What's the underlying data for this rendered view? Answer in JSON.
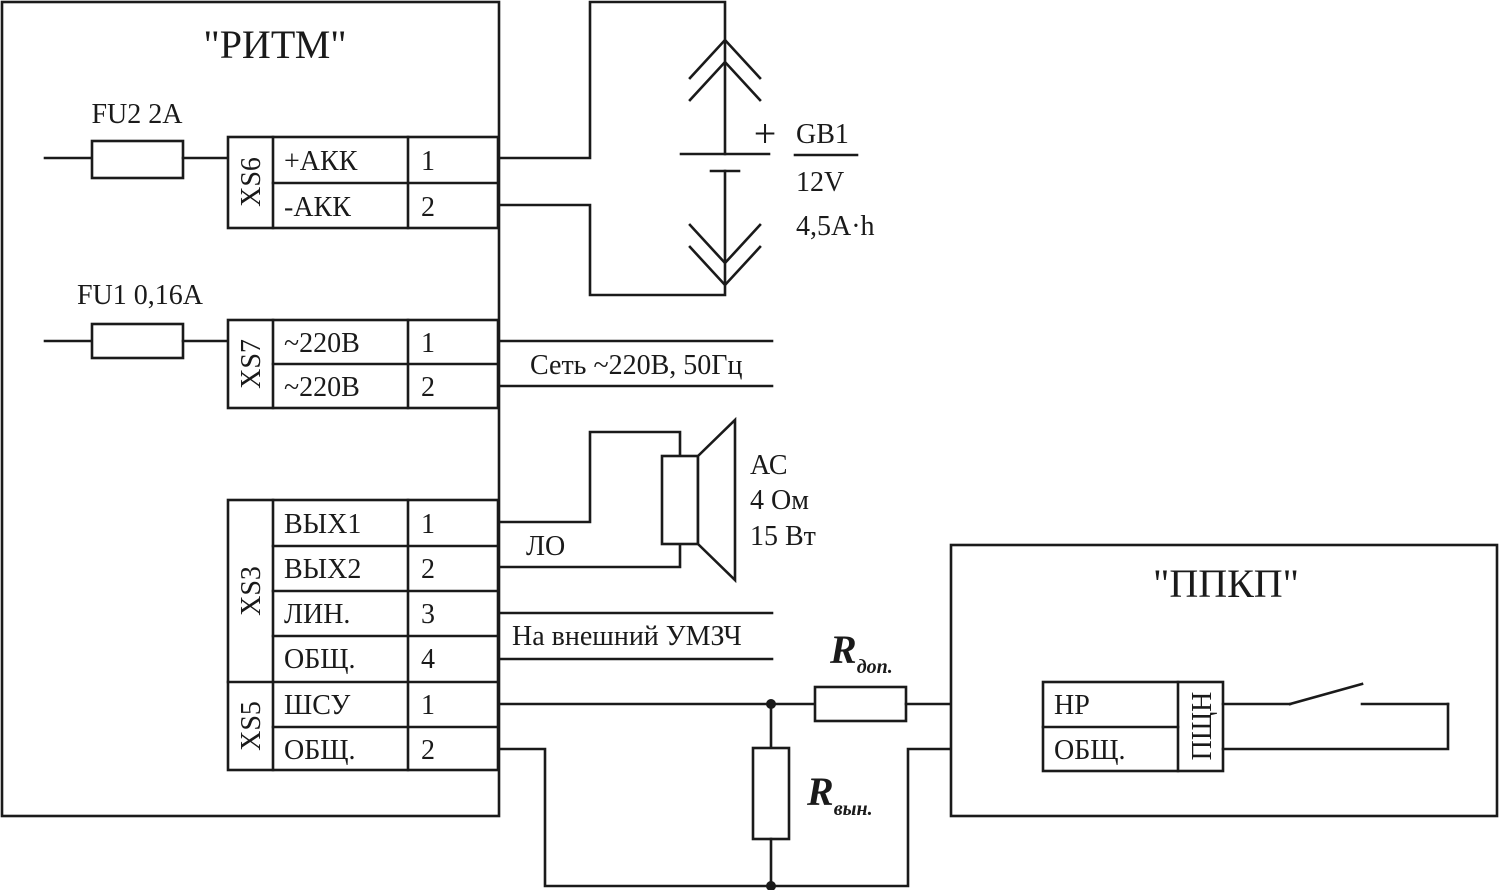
{
  "blocks": {
    "ritm_title": "\"РИТМ\"",
    "ppkp_title": "\"ППКП\""
  },
  "fuses": {
    "fu2": "FU2 2A",
    "fu1": "FU1 0,16A"
  },
  "connectors": {
    "xs6": {
      "name": "XS6",
      "pins": [
        {
          "label": "+АКК",
          "num": "1"
        },
        {
          "label": "-АКК",
          "num": "2"
        }
      ]
    },
    "xs7": {
      "name": "XS7",
      "pins": [
        {
          "label": "~220В",
          "num": "1"
        },
        {
          "label": "~220В",
          "num": "2"
        }
      ]
    },
    "xs3": {
      "name": "XS3",
      "pins": [
        {
          "label": "ВЫХ1",
          "num": "1"
        },
        {
          "label": "ВЫХ2",
          "num": "2"
        },
        {
          "label": "ЛИН.",
          "num": "3"
        },
        {
          "label": "ОБЩ.",
          "num": "4"
        }
      ]
    },
    "xs5": {
      "name": "XS5",
      "pins": [
        {
          "label": "ШСУ",
          "num": "1"
        },
        {
          "label": "ОБЩ.",
          "num": "2"
        }
      ]
    },
    "ppkp": {
      "name": "ПЩН",
      "pins": [
        {
          "label": "НР"
        },
        {
          "label": "ОБЩ."
        }
      ]
    }
  },
  "battery": {
    "plus": "+",
    "name": "GB1",
    "voltage": "12V",
    "capacity": "4,5A·h"
  },
  "mains_label": "Сеть ~220В, 50Гц",
  "speaker": {
    "name": "АС",
    "impedance": "4 Ом",
    "power": "15 Вт",
    "line_label": "ЛО"
  },
  "external_amp_label": "На внешний УМЗЧ",
  "resistors": {
    "r_add": {
      "main": "R",
      "sub": "доп."
    },
    "r_ext": {
      "main": "R",
      "sub": "вын."
    }
  }
}
